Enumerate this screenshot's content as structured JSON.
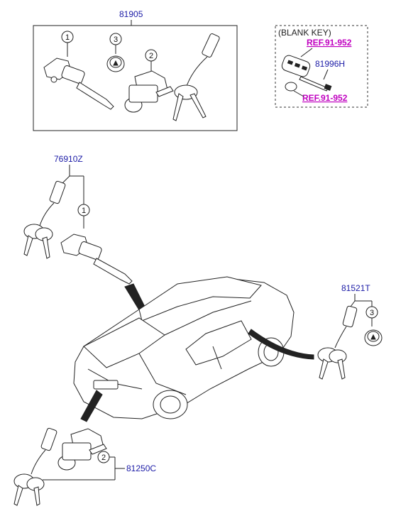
{
  "groups": {
    "top": {
      "part_number": "81905"
    },
    "front_left_door": {
      "part_number": "76910Z"
    },
    "right_door": {
      "part_number": "81521T"
    },
    "trunk": {
      "part_number": "81250C"
    }
  },
  "blank_key_box": {
    "title": "(BLANK KEY)",
    "ref_top": "REF.91-952",
    "part_number": "81996H",
    "ref_bottom": "REF.91-952"
  },
  "callouts": {
    "c1": "1",
    "c2": "2",
    "c3": "3"
  },
  "colors": {
    "part_number": "#1a1aa6",
    "reference": "#c000c0",
    "line": "#222222"
  }
}
